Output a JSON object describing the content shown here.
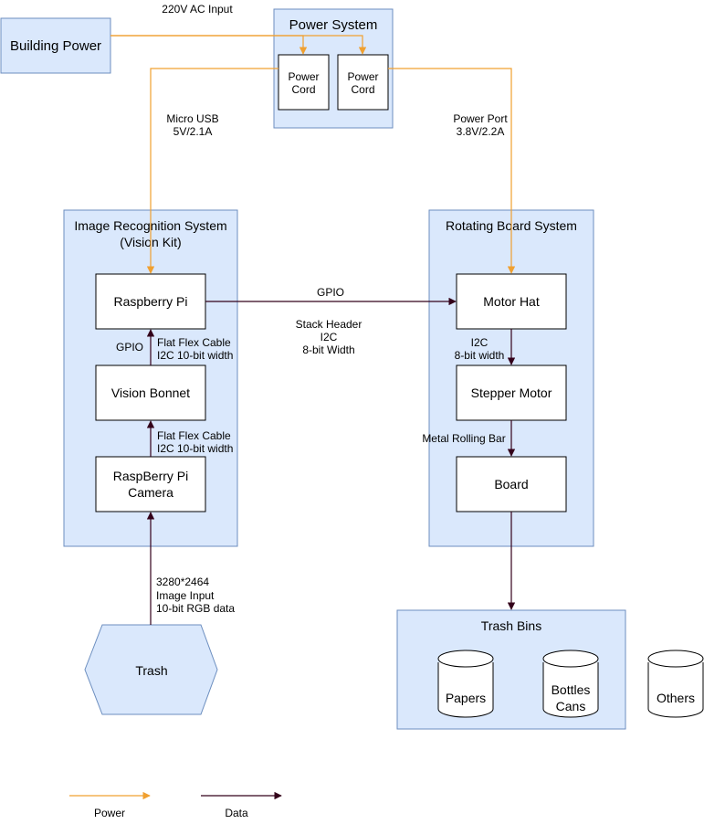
{
  "nodes": {
    "building_power": "Building Power",
    "power_system": "Power System",
    "power_cord_1": [
      "Power",
      "Cord"
    ],
    "power_cord_2": [
      "Power",
      "Cord"
    ],
    "image_recognition": [
      "Image Recognition System",
      "(Vision Kit)"
    ],
    "rotating_board": "Rotating Board System",
    "raspberry_pi": "Raspberry Pi",
    "vision_bonnet": "Vision Bonnet",
    "camera": [
      "RaspBerry Pi",
      "Camera"
    ],
    "motor_hat": "Motor Hat",
    "stepper_motor": "Stepper Motor",
    "board": "Board",
    "trash": "Trash",
    "trash_bins": "Trash Bins",
    "papers": "Papers",
    "bottles_cans": [
      "Bottles",
      "Cans"
    ],
    "others": "Others"
  },
  "edge_labels": {
    "ac_input": "220V AC Input",
    "micro_usb": [
      "Micro USB",
      "5V/2.1A"
    ],
    "power_port": [
      "Power Port",
      "3.8V/2.2A"
    ],
    "gpio_top": "GPIO",
    "stack_header": [
      "Stack Header",
      "I2C",
      "8-bit Width"
    ],
    "gpio_left": "GPIO",
    "flex_cable_1": [
      "Flat Flex Cable",
      "I2C 10-bit width"
    ],
    "flex_cable_2": [
      "Flat Flex Cable",
      "I2C 10-bit width"
    ],
    "i2c_motor": [
      "I2C",
      "8-bit width"
    ],
    "metal_bar": "Metal Rolling Bar",
    "image_input": [
      "3280*2464",
      "Image Input",
      "10-bit RGB data"
    ]
  },
  "legend": {
    "power": "Power",
    "data": "Data"
  },
  "colors": {
    "power_line": "#f0a030",
    "data_line": "#33001a",
    "container_fill": "#dae8fc",
    "container_stroke": "#6c8ebf"
  }
}
